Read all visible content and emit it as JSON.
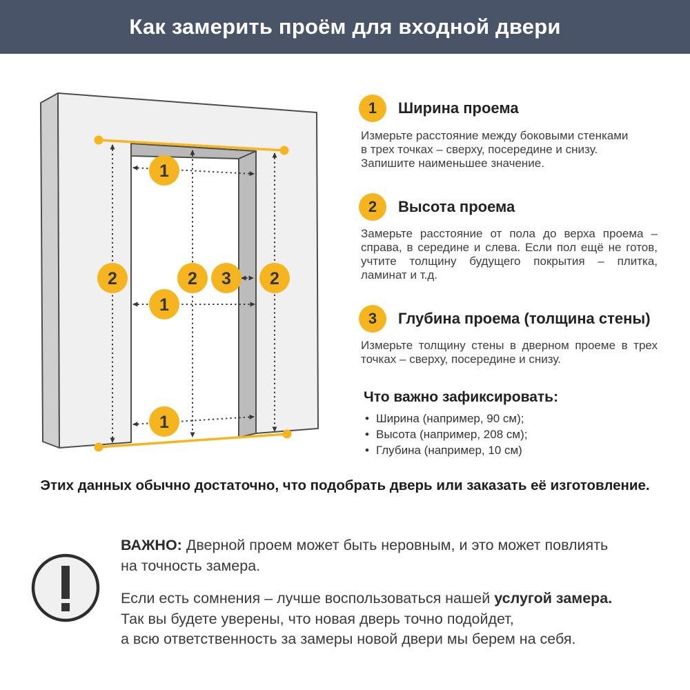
{
  "header": {
    "title": "Как замерить проём для входной двери",
    "bg_color": "#4a5469",
    "text_color": "#ffffff"
  },
  "colors": {
    "accent_yellow": "#f6b51e",
    "measure_line": "#3a3a3a",
    "wall_front": "#f0f0f0",
    "wall_side": "#cfcfcf",
    "wall_reveal": "#bcbcbc"
  },
  "diagram": {
    "markers": [
      {
        "id": "width-top",
        "label": "1"
      },
      {
        "id": "width-middle",
        "label": "1"
      },
      {
        "id": "width-bottom",
        "label": "1"
      },
      {
        "id": "height-left",
        "label": "2"
      },
      {
        "id": "height-middle",
        "label": "2"
      },
      {
        "id": "height-right",
        "label": "2"
      },
      {
        "id": "depth",
        "label": "3"
      }
    ]
  },
  "steps": [
    {
      "number": "1",
      "title": "Ширина проема",
      "body": "Измерьте расстояние между боковыми стенками в трех точках – сверху, посередине и снизу. Запишите наименьшее значение."
    },
    {
      "number": "2",
      "title": "Высота проема",
      "body": "Замерьте расстояние от пола до верха проема – справа, в середине и слева. Если пол ещё не готов, учтите толщину будущего покрытия – плитка, ламинат и т.д."
    },
    {
      "number": "3",
      "title": "Глубина проема (толщина стены)",
      "body": "Измерьте толщину стены в дверном проеме в трех точках – сверху, посередине и снизу."
    }
  ],
  "checklist": {
    "title": "Что важно зафиксировать:",
    "items": [
      "Ширина (например, 90 см);",
      "Высота (например, 208 см);",
      "Глубина (например, 10 см)"
    ]
  },
  "summary": "Этих данных обычно достаточно, что подобрать дверь или заказать её изготовление.",
  "important": {
    "label": "ВАЖНО:",
    "line1_rest": "Дверной проем может быть неровным, и это может повлиять",
    "line2": "на точность замера.",
    "line3_pre": "Если есть сомнения – лучше воспользоваться нашей",
    "line3_bold": "услугой замера.",
    "line4": "Так вы будете уверены, что новая дверь точно подойдет,",
    "line5": "а всю ответственность за замеры новой двери мы берем на себя."
  }
}
